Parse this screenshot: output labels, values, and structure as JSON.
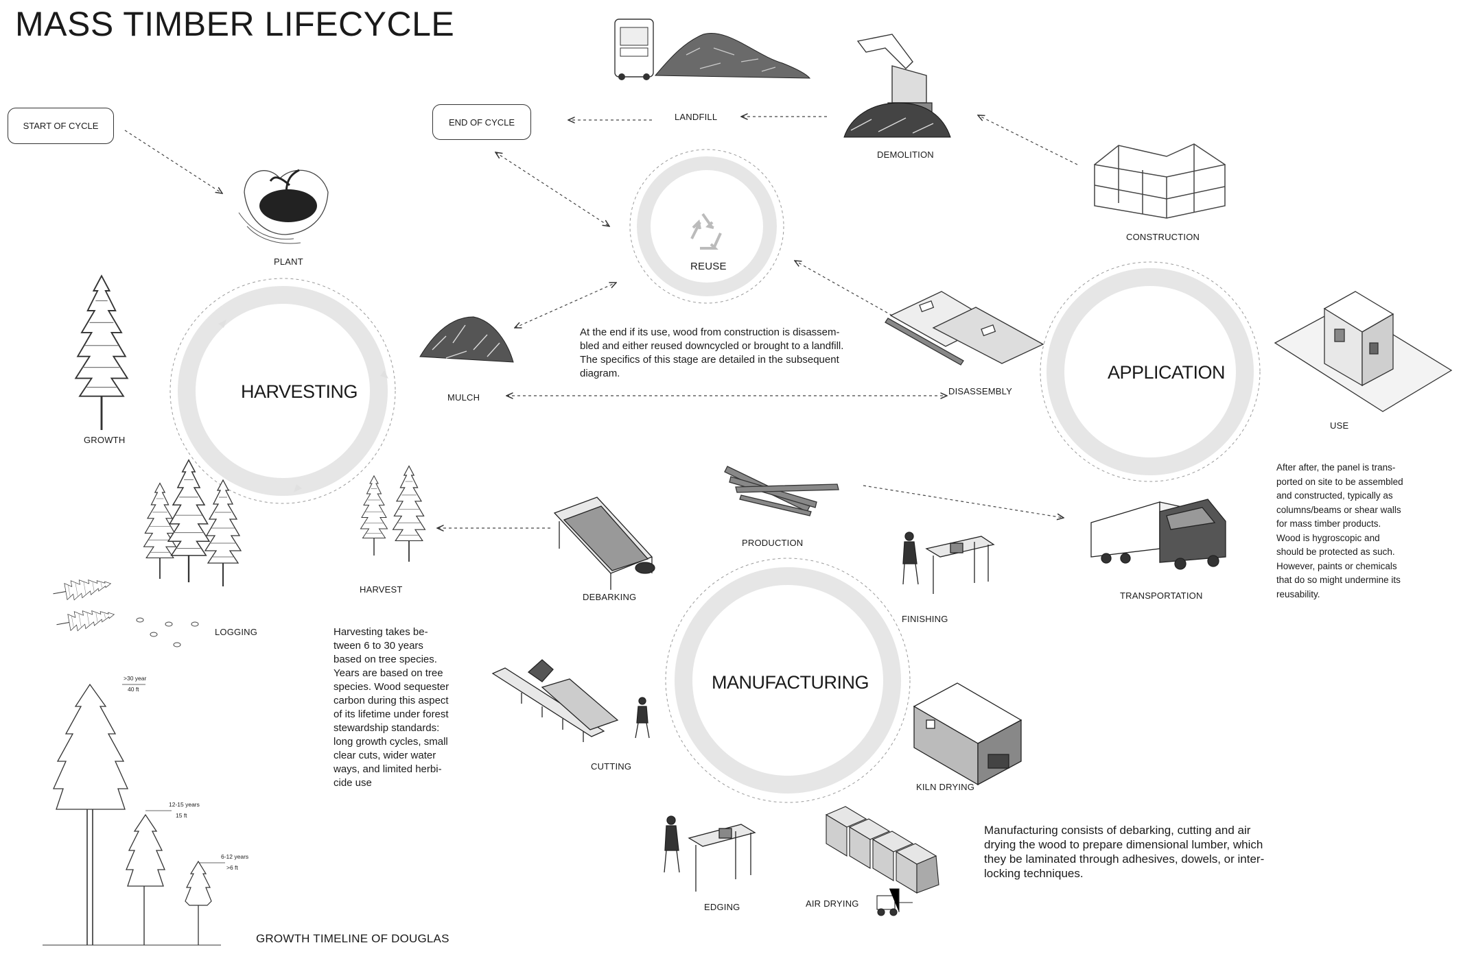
{
  "title": "MASS TIMBER LIFECYCLE",
  "boxes": {
    "start": "START OF CYCLE",
    "end": "END OF CYCLE"
  },
  "cycles": {
    "harvesting": "HARVESTING",
    "reuse": "REUSE",
    "application": "APPLICATION",
    "manufacturing": "MANUFACTURING"
  },
  "stages": {
    "plant": "PLANT",
    "growth": "GROWTH",
    "logging": "LOGGING",
    "harvest": "HARVEST",
    "mulch": "MULCH",
    "landfill": "LANDFILL",
    "demolition": "DEMOLITION",
    "construction": "CONSTRUCTION",
    "disassembly": "DISASSEMBLY",
    "use": "USE",
    "transportation": "TRANSPORTATION",
    "production": "PRODUCTION",
    "finishing": "FINISHING",
    "debarking": "DEBARKING",
    "cutting": "CUTTING",
    "kiln_drying": "KILN DRYING",
    "edging": "EDGING",
    "air_drying": "AIR DRYING"
  },
  "notes": {
    "reuse": "At the end if its use, wood from construction is disassem-\nbled and either reused downcycled or brought to a landfill.\nThe specifics of this stage are detailed in the subsequent\ndiagram.",
    "harvesting": "Harvesting takes be-\ntween 6 to 30 years\nbased on tree species.\nYears are based on tree\nspecies. Wood sequester\ncarbon during this aspect\nof its lifetime under forest\nstewardship standards:\nlong growth cycles, small\nclear cuts, wider water\nways, and limited herbi-\ncide use",
    "application": "After after, the panel is trans-\nported on site to be assembled\nand constructed, typically as\ncolumns/beams or shear walls\nfor mass timber products.\nWood is hygroscopic and\nshould be protected as such.\nHowever, paints or chemicals\nthat do so might undermine its\nreusability.",
    "manufacturing": "Manufacturing consists of debarking, cutting and air\ndrying the wood to prepare dimensional lumber, which\nthey be laminated through adhesives, dowels, or inter-\nlocking techniques."
  },
  "timeline": {
    "label": "GROWTH TIMELINE OF DOUGLAS",
    "t1_years": ">30 year",
    "t1_height": "40 ft",
    "t2_years": "12-15 years",
    "t2_height": "15 ft",
    "t3_years": "6-12 years",
    "t3_height": ">6 ft"
  },
  "icons": [
    "recycle-icon",
    "tree-icon",
    "truck-icon",
    "building-icon",
    "worker-icon",
    "forklift-icon",
    "excavator-icon",
    "bus-icon"
  ],
  "colors": {
    "ring": "#e6e6e6",
    "ink": "#1a1a1a",
    "dash": "#444444"
  }
}
